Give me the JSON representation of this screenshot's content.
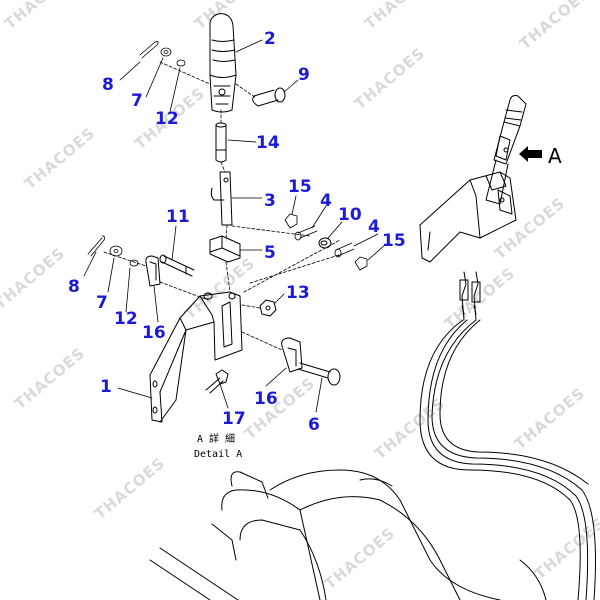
{
  "watermark": "THACOES",
  "callouts": [
    "2",
    "8",
    "7",
    "12",
    "9",
    "14",
    "3",
    "15",
    "4",
    "10",
    "4",
    "15",
    "11",
    "5",
    "8",
    "7",
    "12",
    "16",
    "13",
    "1",
    "16",
    "17",
    "6"
  ],
  "detail_label": {
    "japanese": "A 詳 細",
    "english": "Detail A"
  },
  "view_label": "A"
}
